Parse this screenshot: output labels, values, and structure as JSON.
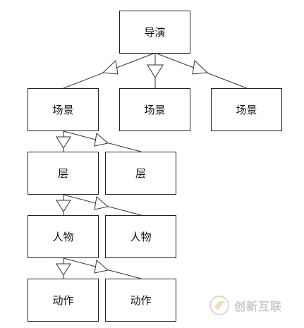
{
  "nodes": {
    "director": "导演",
    "scene_1": "场景",
    "scene_2": "场景",
    "scene_3": "场景",
    "layer_1": "层",
    "layer_2": "层",
    "character_1": "人物",
    "character_2": "人物",
    "action_1": "动作",
    "action_2": "动作"
  },
  "watermark": {
    "text": "创新互联",
    "icon": "chuangxin-logo-icon"
  },
  "colors": {
    "line": "#333333",
    "box_border": "#222222"
  }
}
